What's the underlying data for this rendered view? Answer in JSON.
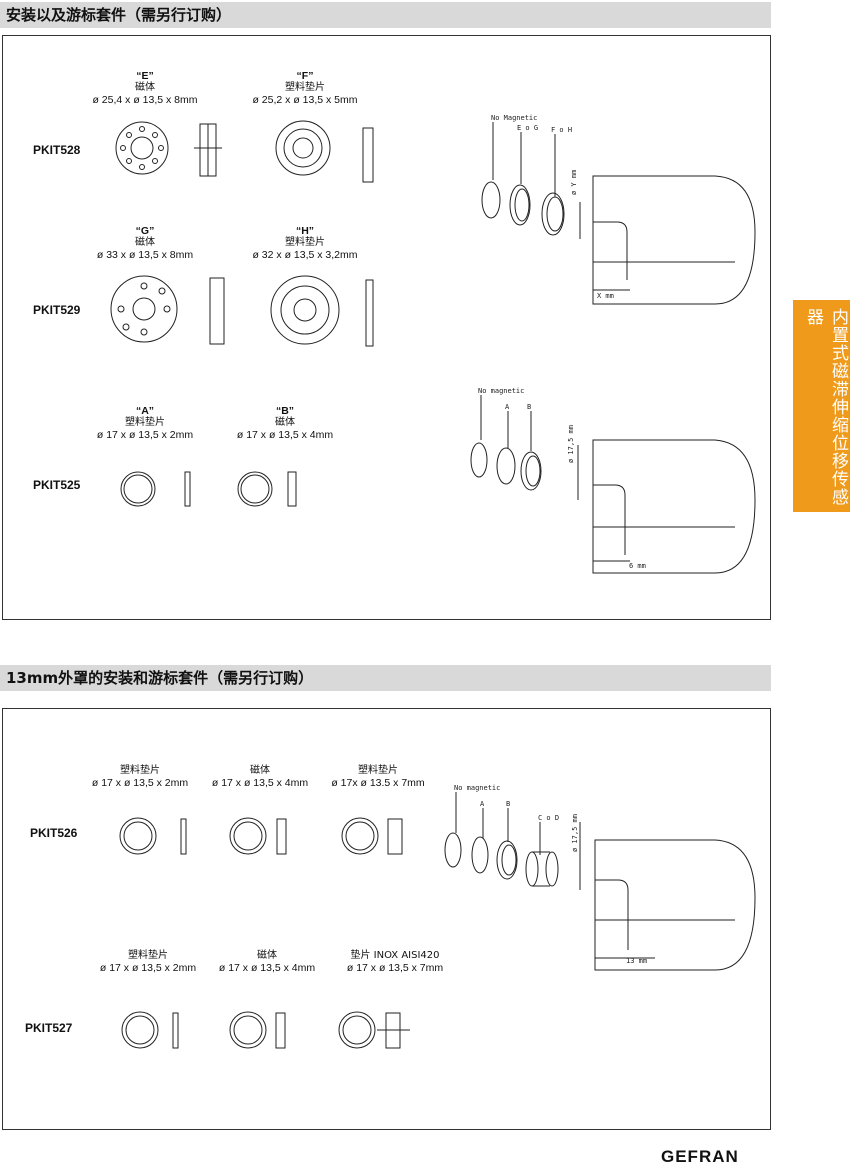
{
  "section1": {
    "title": "安装以及游标套件（需另行订购）",
    "kits": [
      {
        "name": "PKIT528",
        "parts": [
          {
            "tag": "“E”",
            "type": "磁体",
            "dims": "ø 25,4 x ø 13,5 x 8mm"
          },
          {
            "tag": "“F”",
            "type": "塑料垫片",
            "dims": "ø 25,2 x ø 13,5 x 5mm"
          }
        ]
      },
      {
        "name": "PKIT529",
        "parts": [
          {
            "tag": "“G”",
            "type": "磁体",
            "dims": "ø 33 x ø 13,5 x 8mm"
          },
          {
            "tag": "“H”",
            "type": "塑料垫片",
            "dims": "ø 32 x ø 13,5 x 3,2mm"
          }
        ]
      },
      {
        "name": "PKIT525",
        "parts": [
          {
            "tag": "“A”",
            "type": "塑料垫片",
            "dims": "ø 17 x ø 13,5 x 2mm"
          },
          {
            "tag": "“B”",
            "type": "磁体",
            "dims": "ø 17 x ø 13,5 x 4mm"
          }
        ]
      }
    ],
    "drawing1": {
      "l1": "No Magnetic",
      "l2": "E o G",
      "l3": "F o H",
      "dia": "ø Y mm",
      "len": "X mm"
    },
    "drawing2": {
      "l1": "No magnetic",
      "l2": "A",
      "l3": "B",
      "dia": "ø 17,5 mm",
      "len": "6 mm"
    }
  },
  "section2": {
    "title": "13mm外罩的安装和游标套件（需另行订购）",
    "kits": [
      {
        "name": "PKIT526",
        "parts": [
          {
            "type": "塑料垫片",
            "dims": "ø 17 x ø 13,5 x 2mm"
          },
          {
            "type": "磁体",
            "dims": "ø 17 x ø 13,5 x 4mm"
          },
          {
            "type": "塑料垫片",
            "dims": "ø 17x ø 13.5 x 7mm"
          }
        ]
      },
      {
        "name": "PKIT527",
        "parts": [
          {
            "type": "塑料垫片",
            "dims": "ø 17 x ø 13,5 x 2mm"
          },
          {
            "type": "磁体",
            "dims": "ø 17 x ø 13,5 x 4mm"
          },
          {
            "type": "垫片 INOX AISI420",
            "dims": "ø 17 x ø 13,5 x 7mm"
          }
        ]
      }
    ],
    "drawing": {
      "l1": "No magnetic",
      "l2": "A",
      "l3": "B",
      "l4": "C o D",
      "dia": "ø 17,5 mm",
      "len": "13 mm"
    }
  },
  "side_tab": "内置式磁滞伸缩位移传感器",
  "brand": "GEFRAN"
}
